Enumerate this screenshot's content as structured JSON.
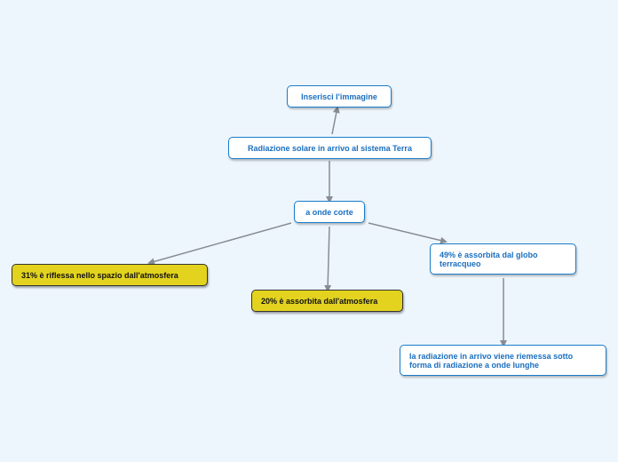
{
  "colors": {
    "background": "#eef6fd",
    "node_border_blue": "#1a7cc9",
    "node_text_blue": "#1a6fbf",
    "node_fill_yellow": "#e3d31f",
    "connector": "#888c95"
  },
  "nodes": {
    "insert_image": "Inserisci l'immagine",
    "root": "Radiazione solare in arrivo al sistema Terra",
    "short_waves": "a onde corte",
    "reflected": "31% è riflessa nello spazio dall'atmosfera",
    "absorbed_atmosphere": "20% è assorbita dall'atmosfera",
    "absorbed_globe": "49% è assorbita dal globo terracqueo",
    "reemitted": "la radiazione in arrivo viene riemessa sotto forma di radiazione a onde lunghe"
  }
}
